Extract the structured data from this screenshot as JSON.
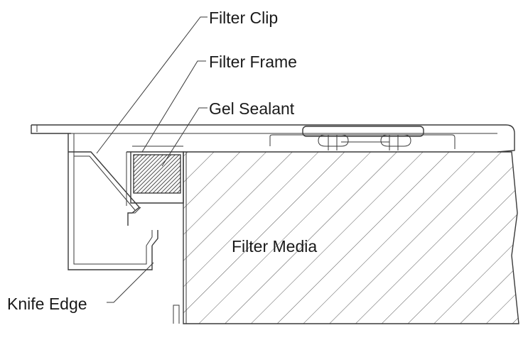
{
  "labels": {
    "filter_clip": "Filter Clip",
    "filter_frame": "Filter Frame",
    "gel_sealant": "Gel Sealant",
    "filter_media": "Filter Media",
    "knife_edge": "Knife Edge"
  },
  "colors": {
    "line": "#3a3a3a",
    "text": "#1a1a1a",
    "background": "#ffffff"
  }
}
